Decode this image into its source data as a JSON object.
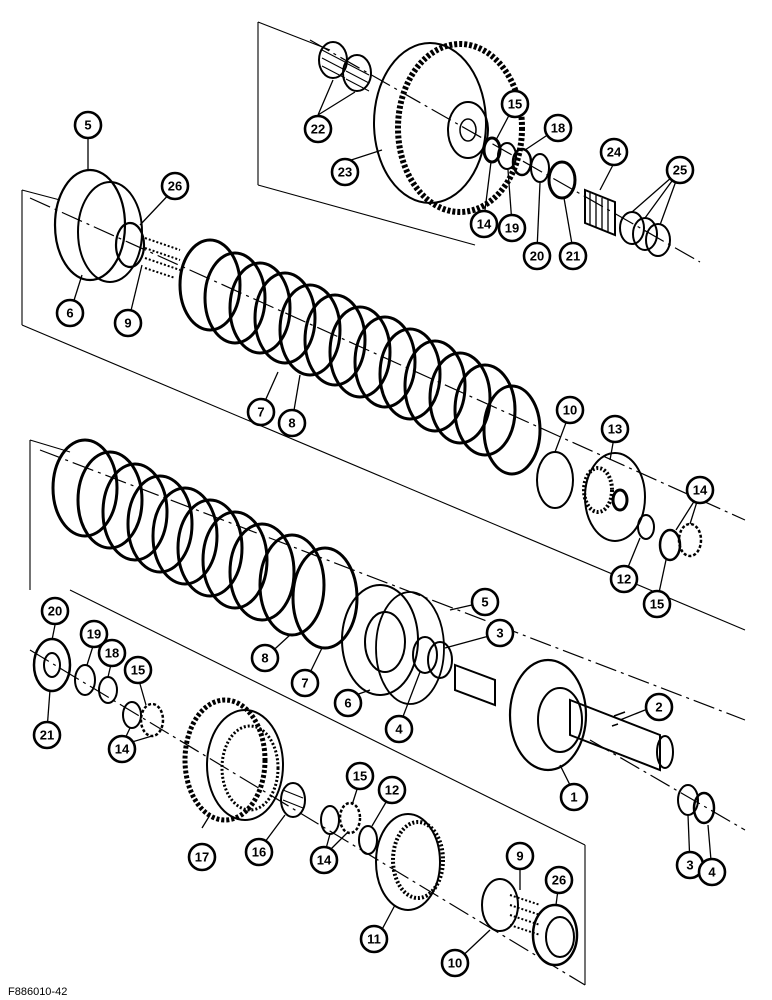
{
  "figure_code": "F886010-42",
  "callouts": [
    {
      "id": "c-22",
      "label": "22"
    },
    {
      "id": "c-23",
      "label": "23"
    },
    {
      "id": "c-15a",
      "label": "15"
    },
    {
      "id": "c-18a",
      "label": "18"
    },
    {
      "id": "c-24",
      "label": "24"
    },
    {
      "id": "c-25",
      "label": "25"
    },
    {
      "id": "c-14a",
      "label": "14"
    },
    {
      "id": "c-19a",
      "label": "19"
    },
    {
      "id": "c-20a",
      "label": "20"
    },
    {
      "id": "c-21a",
      "label": "21"
    },
    {
      "id": "c-5a",
      "label": "5"
    },
    {
      "id": "c-26a",
      "label": "26"
    },
    {
      "id": "c-6a",
      "label": "6"
    },
    {
      "id": "c-9a",
      "label": "9"
    },
    {
      "id": "c-7a",
      "label": "7"
    },
    {
      "id": "c-8a",
      "label": "8"
    },
    {
      "id": "c-10a",
      "label": "10"
    },
    {
      "id": "c-13",
      "label": "13"
    },
    {
      "id": "c-14b",
      "label": "14"
    },
    {
      "id": "c-12a",
      "label": "12"
    },
    {
      "id": "c-15b",
      "label": "15"
    },
    {
      "id": "c-5b",
      "label": "5"
    },
    {
      "id": "c-3a",
      "label": "3"
    },
    {
      "id": "c-8b",
      "label": "8"
    },
    {
      "id": "c-7b",
      "label": "7"
    },
    {
      "id": "c-6b",
      "label": "6"
    },
    {
      "id": "c-4a",
      "label": "4"
    },
    {
      "id": "c-20b",
      "label": "20"
    },
    {
      "id": "c-19b",
      "label": "19"
    },
    {
      "id": "c-18b",
      "label": "18"
    },
    {
      "id": "c-15c",
      "label": "15"
    },
    {
      "id": "c-21b",
      "label": "21"
    },
    {
      "id": "c-14c",
      "label": "14"
    },
    {
      "id": "c-2",
      "label": "2"
    },
    {
      "id": "c-1",
      "label": "1"
    },
    {
      "id": "c-17",
      "label": "17"
    },
    {
      "id": "c-16",
      "label": "16"
    },
    {
      "id": "c-15d",
      "label": "15"
    },
    {
      "id": "c-12b",
      "label": "12"
    },
    {
      "id": "c-14d",
      "label": "14"
    },
    {
      "id": "c-9b",
      "label": "9"
    },
    {
      "id": "c-26b",
      "label": "26"
    },
    {
      "id": "c-11",
      "label": "11"
    },
    {
      "id": "c-10b",
      "label": "10"
    },
    {
      "id": "c-3b",
      "label": "3"
    },
    {
      "id": "c-4b",
      "label": "4"
    }
  ]
}
